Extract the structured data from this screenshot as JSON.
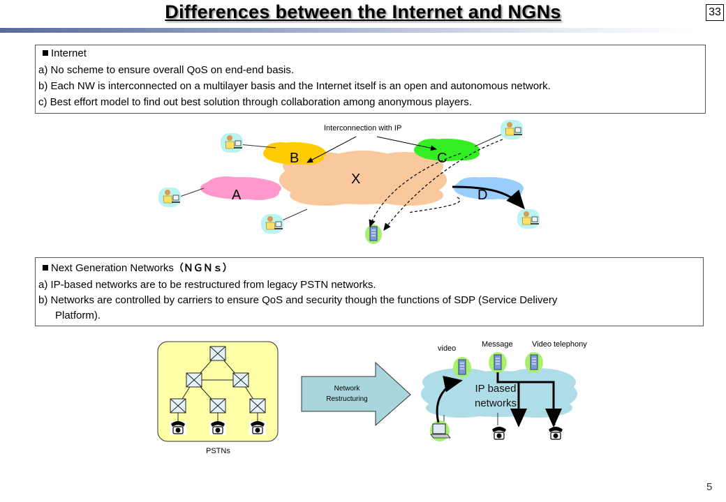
{
  "title": "Differences between the Internet and NGNs",
  "slide_number": "33",
  "page_number": "5",
  "internet": {
    "heading": "Internet",
    "points": [
      "a) No scheme to ensure overall QoS on end-end basis.",
      "b) Each NW is interconnected on a multilayer basis and the Internet itself is an open and autonomous network.",
      "c) Best effort model to find out best solution through collaboration among anonymous players."
    ]
  },
  "internet_diagram": {
    "interconnection_label": "Interconnection with IP",
    "networks": [
      "A",
      "B",
      "C",
      "D",
      "X"
    ]
  },
  "ngn": {
    "heading_prefix": "Next Generation Networks",
    "heading_abbrev": "（ＮＧＮｓ）",
    "points": [
      "a) IP-based networks are to be restructured from legacy PSTN networks.",
      "b) Networks are controlled by carriers to ensure  QoS and security though the functions of SDP (Service Delivery",
      "Platform)."
    ]
  },
  "ngn_diagram": {
    "pstn_label": "PSTNs",
    "arrow_line1": "Network",
    "arrow_line2": "Restructuring",
    "ip_line1": "IP based",
    "ip_line2": "networks",
    "services": [
      "video",
      "Message",
      "Video telephony"
    ]
  },
  "colors": {
    "cloud_x": "#f9c89d",
    "cloud_a": "#ff99cc",
    "cloud_b": "#ffcc00",
    "cloud_c": "#33ee22",
    "cloud_d": "#99ccff",
    "pstn_box": "#ffffa8",
    "ip_cloud": "#aedde8",
    "restructure_arrow": "#a8d6dc"
  }
}
